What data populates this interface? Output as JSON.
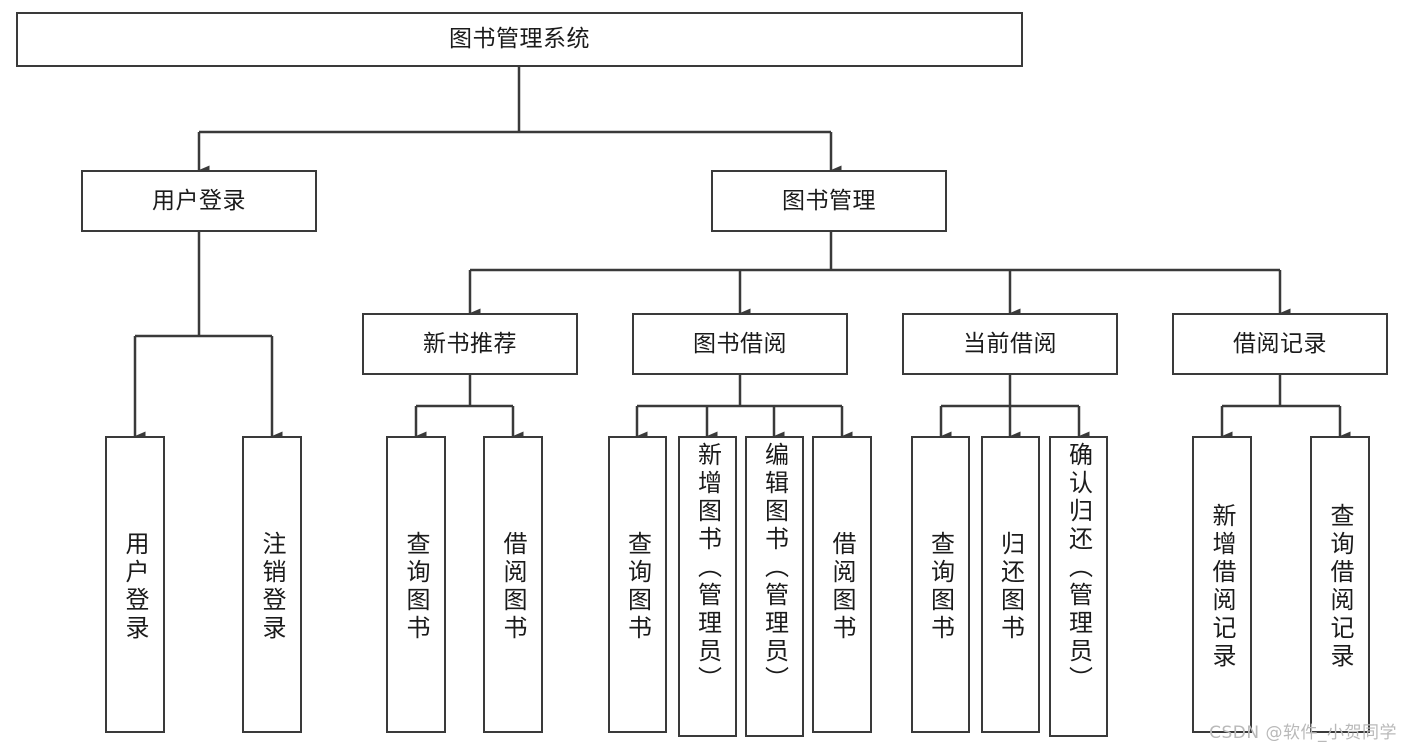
{
  "diagram": {
    "title": "图书管理系统",
    "watermark": "CSDN @软件_小贺同学",
    "line_color": "#3a3a3a",
    "box_border_color": "#3a3a3a",
    "box_fill_color": "#ffffff",
    "text_color": "#1b1b1b",
    "watermark_color": "#b9b9b9",
    "nodes": {
      "root": "图书管理系统",
      "user_login": "用户登录",
      "book_manage": "图书管理",
      "new_book_rec": "新书推荐",
      "book_borrow": "图书借阅",
      "current_borrow": "当前借阅",
      "borrow_record": "借阅记录",
      "login_user_login": "用户登录",
      "login_logout": "注销登录",
      "rec_query_book": "查询图书",
      "rec_borrow_book": "借阅图书",
      "borrow_query_book": "查询图书",
      "borrow_add_book": "新增图书（管理员）",
      "borrow_edit_book": "编辑图书（管理员）",
      "borrow_borrow_book": "借阅图书",
      "cur_query_book": "查询图书",
      "cur_return_book": "归还图书",
      "cur_confirm_return": "确认归还（管理员）",
      "rec_add_record": "新增借阅记录",
      "rec_query_record": "查询借阅记录"
    }
  }
}
